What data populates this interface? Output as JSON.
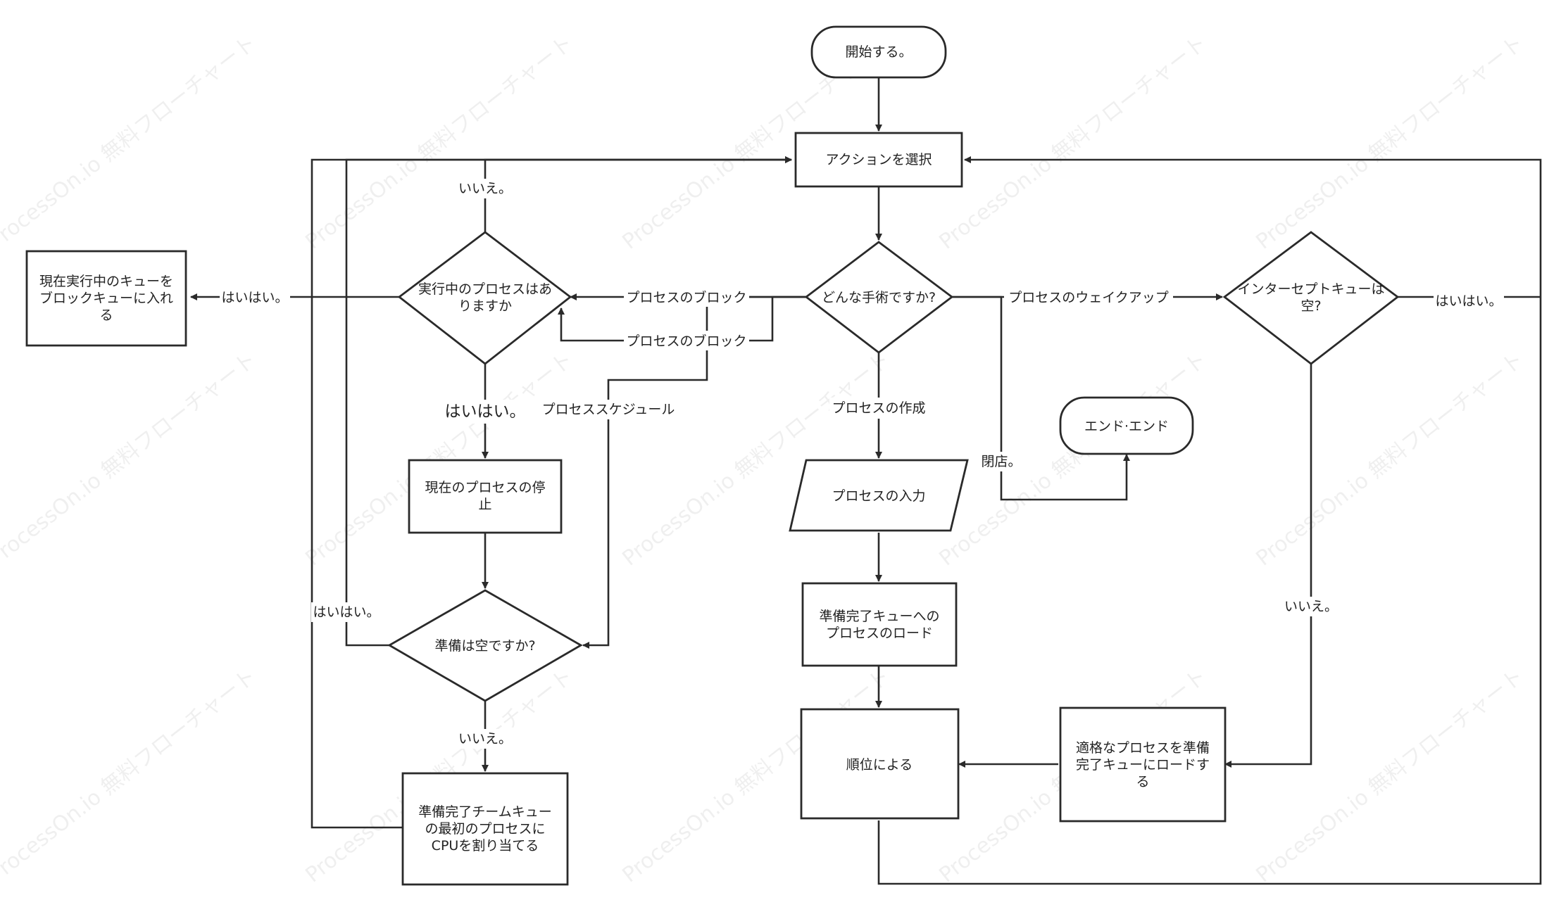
{
  "watermark": "ProcessOn.io 無料フローチャート",
  "nodes": {
    "start": [
      "開始する。"
    ],
    "select_action": [
      "アクションを選択"
    ],
    "which_op": [
      "どんな手術ですか?"
    ],
    "running_process": [
      "実行中のプロセスはあ",
      "りますか"
    ],
    "move_to_block": [
      "現在実行中のキューを",
      "ブロックキューに入れ",
      "る"
    ],
    "stop_current": [
      "現在のプロセスの停",
      "止"
    ],
    "ready_empty": [
      "準備は空ですか?"
    ],
    "assign_cpu": [
      "準備完了チームキュー",
      "の最初のプロセスに",
      "CPUを割り当てる"
    ],
    "input_process": [
      "プロセスの入力"
    ],
    "load_ready": [
      "準備完了キューへの",
      "プロセスのロード"
    ],
    "by_rank": [
      "順位による"
    ],
    "end": [
      "エンド·エンド"
    ],
    "intercept_empty": [
      "インターセプトキューは",
      "空?"
    ],
    "load_eligible": [
      "適格なプロセスを準備",
      "完了キューにロードす",
      "る"
    ]
  },
  "labels": {
    "no_top": "いいえ。",
    "yes_move": "はいはい。",
    "yes_stop": "はいはい。",
    "block_1": "プロセスのブロック",
    "block_2": "プロセスのブロック",
    "schedule": "プロセススケジュール",
    "yes_ready": "はいはい。",
    "no_ready": "いいえ。",
    "create": "プロセスの作成",
    "close": "閉店。",
    "wakeup": "プロセスのウェイクアップ",
    "yes_intercept": "はいはい。",
    "no_intercept": "いいえ。"
  }
}
